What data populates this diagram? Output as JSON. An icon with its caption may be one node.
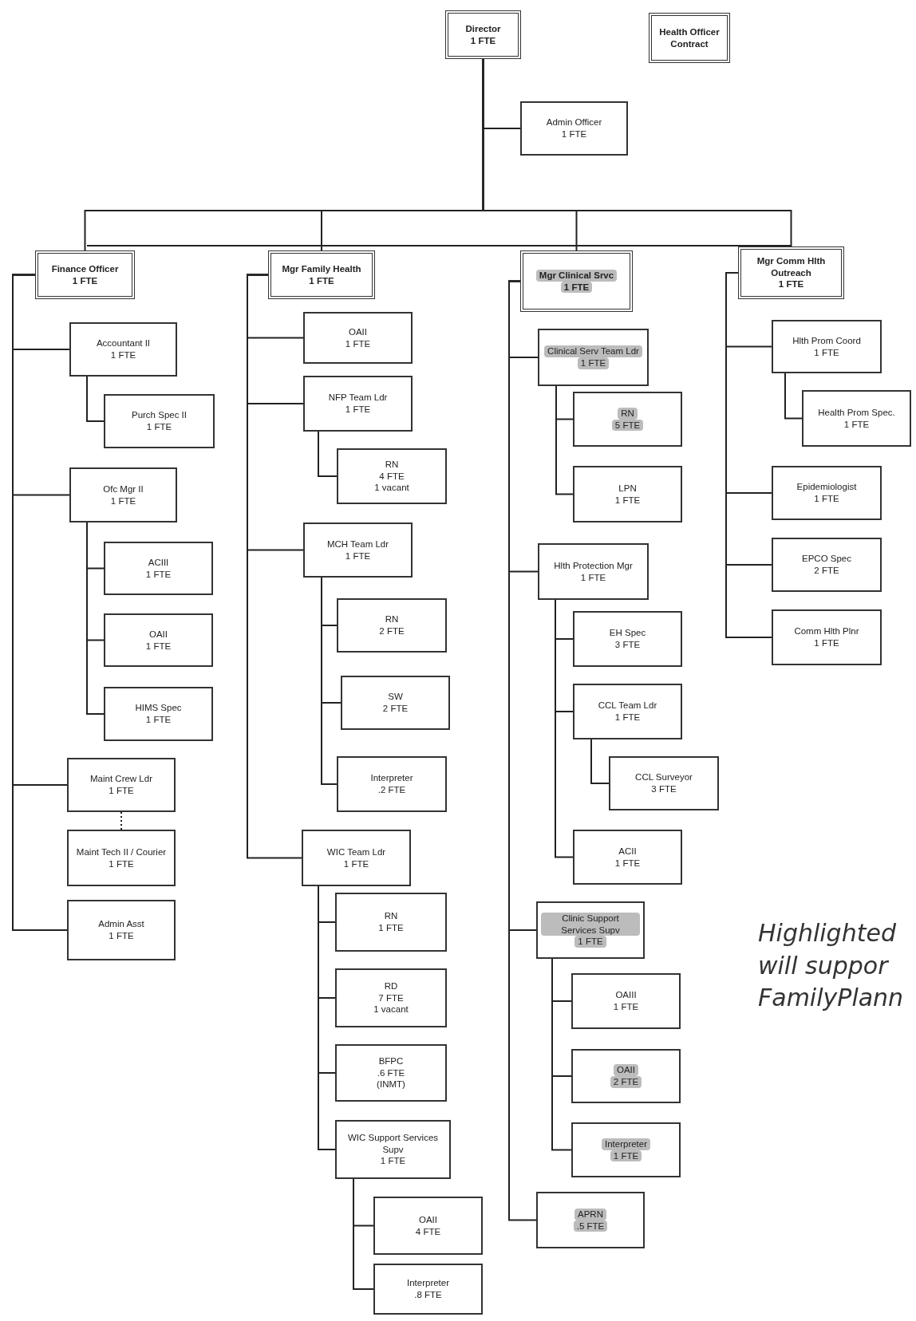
{
  "diagram": {
    "nodes": [
      {
        "text": [
          "Director",
          "1 FTE"
        ]
      },
      {
        "text": [
          "Health Officer",
          "Contract"
        ]
      },
      {
        "text": [
          "Admin Officer",
          "1 FTE"
        ]
      },
      {
        "text": [
          "Finance Officer",
          "1 FTE"
        ]
      },
      {
        "text": [
          "Mgr Family Health",
          "1 FTE"
        ]
      },
      {
        "text": [
          "Mgr Clinical Srvc",
          "1 FTE"
        ]
      },
      {
        "text": [
          "Mgr Comm Hlth Outreach",
          "1 FTE"
        ]
      },
      {
        "text": [
          "Accountant II",
          "1 FTE"
        ]
      },
      {
        "text": [
          "Purch Spec II",
          "1 FTE"
        ]
      },
      {
        "text": [
          "Ofc Mgr II",
          "1 FTE"
        ]
      },
      {
        "text": [
          "ACIII",
          "1 FTE"
        ]
      },
      {
        "text": [
          "OAII",
          "1 FTE"
        ]
      },
      {
        "text": [
          "HIMS Spec",
          "1 FTE"
        ]
      },
      {
        "text": [
          "Maint Crew Ldr",
          "1 FTE"
        ]
      },
      {
        "text": [
          "Maint Tech II / Courier",
          "1 FTE"
        ]
      },
      {
        "text": [
          "Admin Asst",
          "1 FTE"
        ]
      },
      {
        "text": [
          "OAII",
          "1 FTE"
        ]
      },
      {
        "text": [
          "NFP Team Ldr",
          "1 FTE"
        ]
      },
      {
        "text": [
          "RN",
          "4 FTE",
          "1 vacant"
        ]
      },
      {
        "text": [
          "MCH Team Ldr",
          "1 FTE"
        ]
      },
      {
        "text": [
          "RN",
          "2 FTE"
        ]
      },
      {
        "text": [
          "SW",
          "2 FTE"
        ]
      },
      {
        "text": [
          "Interpreter",
          ".2 FTE"
        ]
      },
      {
        "text": [
          "WIC Team Ldr",
          "1 FTE"
        ]
      },
      {
        "text": [
          "RN",
          "1 FTE"
        ]
      },
      {
        "text": [
          "RD",
          "7 FTE",
          "1 vacant"
        ]
      },
      {
        "text": [
          "BFPC",
          ".6 FTE",
          "(INMT)"
        ]
      },
      {
        "text": [
          "WIC Support Services Supv",
          "1 FTE"
        ]
      },
      {
        "text": [
          "OAII",
          "4 FTE"
        ]
      },
      {
        "text": [
          "Interpreter",
          ".8 FTE"
        ]
      },
      {
        "text": [
          "Clinical Serv Team Ldr",
          "1 FTE"
        ]
      },
      {
        "text": [
          "RN",
          "5 FTE"
        ]
      },
      {
        "text": [
          "LPN",
          "1 FTE"
        ]
      },
      {
        "text": [
          "Hlth Protection Mgr",
          "1 FTE"
        ]
      },
      {
        "text": [
          "EH Spec",
          "3 FTE"
        ]
      },
      {
        "text": [
          "CCL Team Ldr",
          "1 FTE"
        ]
      },
      {
        "text": [
          "CCL Surveyor",
          "3 FTE"
        ]
      },
      {
        "text": [
          "ACII",
          "1 FTE"
        ]
      },
      {
        "text": [
          "Clinic Support Services Supv",
          "1 FTE"
        ]
      },
      {
        "text": [
          "OAIII",
          "1 FTE"
        ]
      },
      {
        "text": [
          "OAII",
          "2 FTE"
        ]
      },
      {
        "text": [
          "Interpreter",
          "1 FTE"
        ]
      },
      {
        "text": [
          "APRN",
          ".5 FTE"
        ]
      },
      {
        "text": [
          "Hlth Prom Coord",
          "1 FTE"
        ]
      },
      {
        "text": [
          "Health Prom Spec.",
          "1 FTE"
        ]
      },
      {
        "text": [
          "Epidemiologist",
          "1 FTE"
        ]
      },
      {
        "text": [
          "EPCO Spec",
          "2 FTE"
        ]
      },
      {
        "text": [
          "Comm Hlth Plnr",
          "1 FTE"
        ]
      }
    ],
    "edges": [
      {
        "from": 0,
        "to": 2,
        "arrow": "none"
      },
      {
        "from": 0,
        "to": 3,
        "arrow": "none"
      },
      {
        "from": 0,
        "to": 4,
        "arrow": "none"
      },
      {
        "from": 0,
        "to": 5,
        "arrow": "none"
      },
      {
        "from": 0,
        "to": 6,
        "arrow": "none"
      },
      {
        "from": 3,
        "to": 7,
        "arrow": "none"
      },
      {
        "from": 7,
        "to": 8,
        "arrow": "none"
      },
      {
        "from": 3,
        "to": 9,
        "arrow": "none"
      },
      {
        "from": 9,
        "to": 10,
        "arrow": "none"
      },
      {
        "from": 9,
        "to": 11,
        "arrow": "none"
      },
      {
        "from": 9,
        "to": 12,
        "arrow": "none"
      },
      {
        "from": 3,
        "to": 13,
        "arrow": "none"
      },
      {
        "from": 13,
        "to": 14,
        "arrow": "none",
        "style": "dashed"
      },
      {
        "from": 3,
        "to": 15,
        "arrow": "none"
      },
      {
        "from": 4,
        "to": 16,
        "arrow": "none"
      },
      {
        "from": 4,
        "to": 17,
        "arrow": "none"
      },
      {
        "from": 17,
        "to": 18,
        "arrow": "none"
      },
      {
        "from": 4,
        "to": 19,
        "arrow": "none"
      },
      {
        "from": 19,
        "to": 20,
        "arrow": "none"
      },
      {
        "from": 19,
        "to": 21,
        "arrow": "none"
      },
      {
        "from": 19,
        "to": 22,
        "arrow": "none"
      },
      {
        "from": 4,
        "to": 23,
        "arrow": "none"
      },
      {
        "from": 23,
        "to": 24,
        "arrow": "none"
      },
      {
        "from": 23,
        "to": 25,
        "arrow": "none"
      },
      {
        "from": 23,
        "to": 26,
        "arrow": "none"
      },
      {
        "from": 23,
        "to": 27,
        "arrow": "none"
      },
      {
        "from": 27,
        "to": 28,
        "arrow": "none"
      },
      {
        "from": 27,
        "to": 29,
        "arrow": "none"
      },
      {
        "from": 5,
        "to": 30,
        "arrow": "none"
      },
      {
        "from": 30,
        "to": 31,
        "arrow": "none"
      },
      {
        "from": 30,
        "to": 32,
        "arrow": "none"
      },
      {
        "from": 5,
        "to": 33,
        "arrow": "none"
      },
      {
        "from": 33,
        "to": 34,
        "arrow": "none"
      },
      {
        "from": 33,
        "to": 35,
        "arrow": "none"
      },
      {
        "from": 35,
        "to": 36,
        "arrow": "none"
      },
      {
        "from": 33,
        "to": 37,
        "arrow": "none"
      },
      {
        "from": 5,
        "to": 38,
        "arrow": "none"
      },
      {
        "from": 38,
        "to": 39,
        "arrow": "none"
      },
      {
        "from": 38,
        "to": 40,
        "arrow": "none"
      },
      {
        "from": 38,
        "to": 41,
        "arrow": "none"
      },
      {
        "from": 5,
        "to": 42,
        "arrow": "none"
      },
      {
        "from": 6,
        "to": 43,
        "arrow": "none"
      },
      {
        "from": 43,
        "to": 44,
        "arrow": "none"
      },
      {
        "from": 6,
        "to": 45,
        "arrow": "none"
      },
      {
        "from": 6,
        "to": 46,
        "arrow": "none"
      },
      {
        "from": 6,
        "to": 47,
        "arrow": "none"
      }
    ],
    "labels": [
      "Highlighted will suppor FamilyPlann"
    ]
  }
}
